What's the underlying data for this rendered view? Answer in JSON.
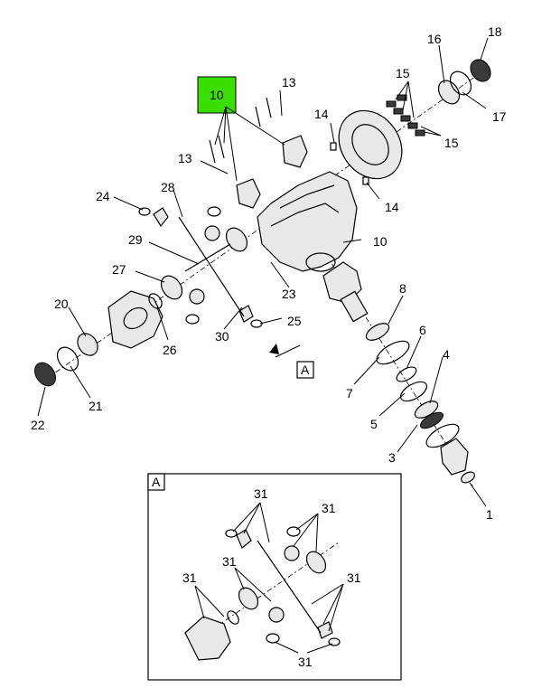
{
  "callouts": {
    "c1": "1",
    "c3": "3",
    "c4": "4",
    "c5": "5",
    "c6": "6",
    "c7": "7",
    "c8": "8",
    "c10_highlight": "10",
    "c10_housing": "10",
    "c13_top": "13",
    "c13_left": "13",
    "c14_top": "14",
    "c14_right": "14",
    "c15_top": "15",
    "c15_right": "15",
    "c16": "16",
    "c17": "17",
    "c18": "18",
    "c20": "20",
    "c21": "21",
    "c22": "22",
    "c23": "23",
    "c24": "24",
    "c25": "25",
    "c26": "26",
    "c27": "27",
    "c28": "28",
    "c29": "29",
    "c30": "30",
    "c31_a": "31",
    "c31_b": "31",
    "c31_c": "31",
    "c31_d": "31",
    "c31_e": "31",
    "c31_f": "31"
  },
  "view_label": "A",
  "detail_view_label": "A",
  "colors": {
    "highlight": "#3adf00",
    "line": "#000000",
    "fill": "#e8e8e8"
  }
}
